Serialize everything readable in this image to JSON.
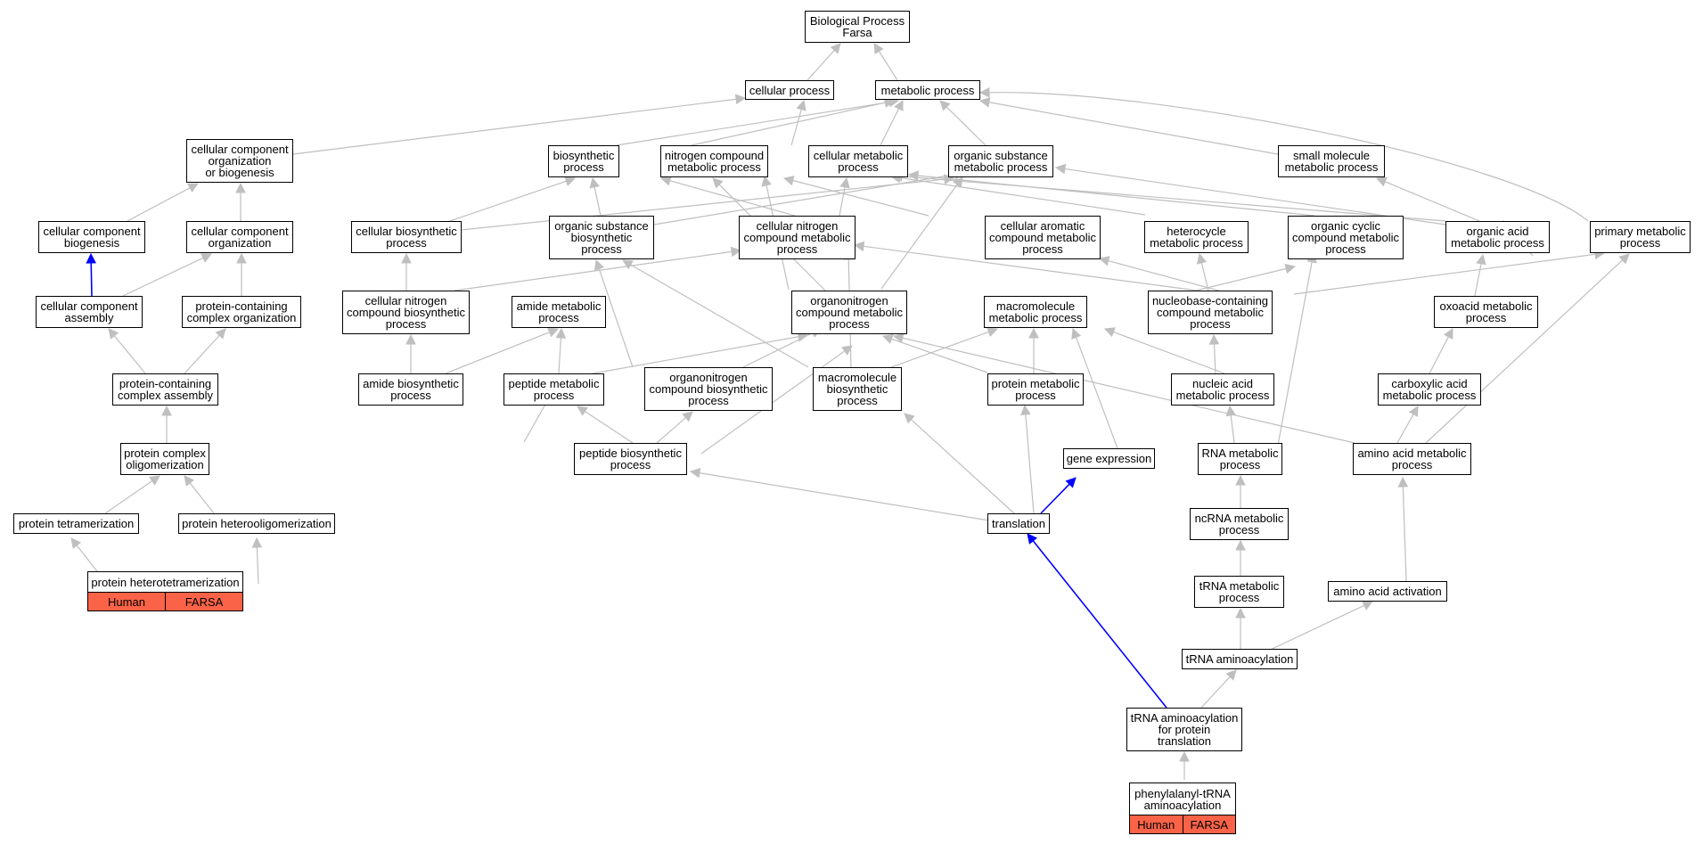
{
  "colors": {
    "edge_default": "#bfbfbf",
    "edge_highlight": "#0000ff",
    "annotation_fill": "#fa6347"
  },
  "nodes": {
    "root": {
      "lines": [
        "Biological Process",
        "Farsa"
      ]
    },
    "cellular_process": {
      "lines": [
        "cellular process"
      ]
    },
    "metabolic_process": {
      "lines": [
        "metabolic process"
      ]
    },
    "cc_org_biogenesis": {
      "lines": [
        "cellular component",
        "organization",
        "or biogenesis"
      ]
    },
    "biosynthetic": {
      "lines": [
        "biosynthetic",
        "process"
      ]
    },
    "nitrogen_compound_met": {
      "lines": [
        "nitrogen compound",
        "metabolic process"
      ]
    },
    "cellular_met": {
      "lines": [
        "cellular metabolic",
        "process"
      ]
    },
    "organic_substance_met": {
      "lines": [
        "organic substance",
        "metabolic process"
      ]
    },
    "small_molecule_met": {
      "lines": [
        "small molecule",
        "metabolic process"
      ]
    },
    "cc_biogenesis": {
      "lines": [
        "cellular component",
        "biogenesis"
      ]
    },
    "cc_organization": {
      "lines": [
        "cellular component",
        "organization"
      ]
    },
    "cellular_biosynthetic": {
      "lines": [
        "cellular biosynthetic",
        "process"
      ]
    },
    "organic_substance_biosyn": {
      "lines": [
        "organic substance",
        "biosynthetic",
        "process"
      ]
    },
    "cellular_nitrogen_met": {
      "lines": [
        "cellular nitrogen",
        "compound metabolic",
        "process"
      ]
    },
    "cellular_aromatic": {
      "lines": [
        "cellular aromatic",
        "compound metabolic",
        "process"
      ]
    },
    "heterocycle_met": {
      "lines": [
        "heterocycle",
        "metabolic process"
      ]
    },
    "organic_cyclic": {
      "lines": [
        "organic cyclic",
        "compound metabolic",
        "process"
      ]
    },
    "organic_acid_met": {
      "lines": [
        "organic acid",
        "metabolic process"
      ]
    },
    "primary_met": {
      "lines": [
        "primary metabolic",
        "process"
      ]
    },
    "cc_assembly": {
      "lines": [
        "cellular component",
        "assembly"
      ]
    },
    "protein_complex_org": {
      "lines": [
        "protein-containing",
        "complex organization"
      ]
    },
    "cellular_nitrogen_biosyn": {
      "lines": [
        "cellular nitrogen",
        "compound biosynthetic",
        "process"
      ]
    },
    "amide_met": {
      "lines": [
        "amide metabolic",
        "process"
      ]
    },
    "organonitrogen_met": {
      "lines": [
        "organonitrogen",
        "compound metabolic",
        "process"
      ]
    },
    "macromolecule_met": {
      "lines": [
        "macromolecule",
        "metabolic process"
      ]
    },
    "nucleobase_met": {
      "lines": [
        "nucleobase-containing",
        "compound metabolic",
        "process"
      ]
    },
    "oxoacid_met": {
      "lines": [
        "oxoacid metabolic",
        "process"
      ]
    },
    "protein_complex_assembly": {
      "lines": [
        "protein-containing",
        "complex assembly"
      ]
    },
    "amide_biosyn": {
      "lines": [
        "amide biosynthetic",
        "process"
      ]
    },
    "peptide_met": {
      "lines": [
        "peptide metabolic",
        "process"
      ]
    },
    "organonitrogen_biosyn": {
      "lines": [
        "organonitrogen",
        "compound biosynthetic",
        "process"
      ]
    },
    "macromolecule_biosyn": {
      "lines": [
        "macromolecule",
        "biosynthetic",
        "process"
      ]
    },
    "protein_met": {
      "lines": [
        "protein metabolic",
        "process"
      ]
    },
    "nucleic_acid_met": {
      "lines": [
        "nucleic acid",
        "metabolic process"
      ]
    },
    "carboxylic_acid_met": {
      "lines": [
        "carboxylic acid",
        "metabolic process"
      ]
    },
    "protein_complex_oligo": {
      "lines": [
        "protein complex",
        "oligomerization"
      ]
    },
    "peptide_biosyn": {
      "lines": [
        "peptide biosynthetic",
        "process"
      ]
    },
    "gene_expression": {
      "lines": [
        "gene expression"
      ]
    },
    "rna_met": {
      "lines": [
        "RNA metabolic",
        "process"
      ]
    },
    "amino_acid_met": {
      "lines": [
        "amino acid metabolic",
        "process"
      ]
    },
    "protein_tetramerization": {
      "lines": [
        "protein tetramerization"
      ]
    },
    "protein_heterooligo": {
      "lines": [
        "protein heterooligomerization"
      ]
    },
    "translation": {
      "lines": [
        "translation"
      ]
    },
    "ncrna_met": {
      "lines": [
        "ncRNA metabolic",
        "process"
      ]
    },
    "trna_met": {
      "lines": [
        "tRNA metabolic",
        "process"
      ]
    },
    "amino_acid_activation": {
      "lines": [
        "amino acid activation"
      ]
    },
    "trna_aminoacylation": {
      "lines": [
        "tRNA aminoacylation"
      ]
    },
    "trna_aminoacylation_translation": {
      "lines": [
        "tRNA aminoacylation",
        "for protein",
        "translation"
      ]
    },
    "protein_heterotetramerization": {
      "lines": [
        "protein heterotetramerization"
      ],
      "annotations": [
        "Human",
        "FARSA"
      ]
    },
    "phe_trna_aminoacylation": {
      "lines": [
        "phenylalanyl-tRNA",
        "aminoacylation"
      ],
      "annotations": [
        "Human",
        "FARSA"
      ]
    }
  }
}
